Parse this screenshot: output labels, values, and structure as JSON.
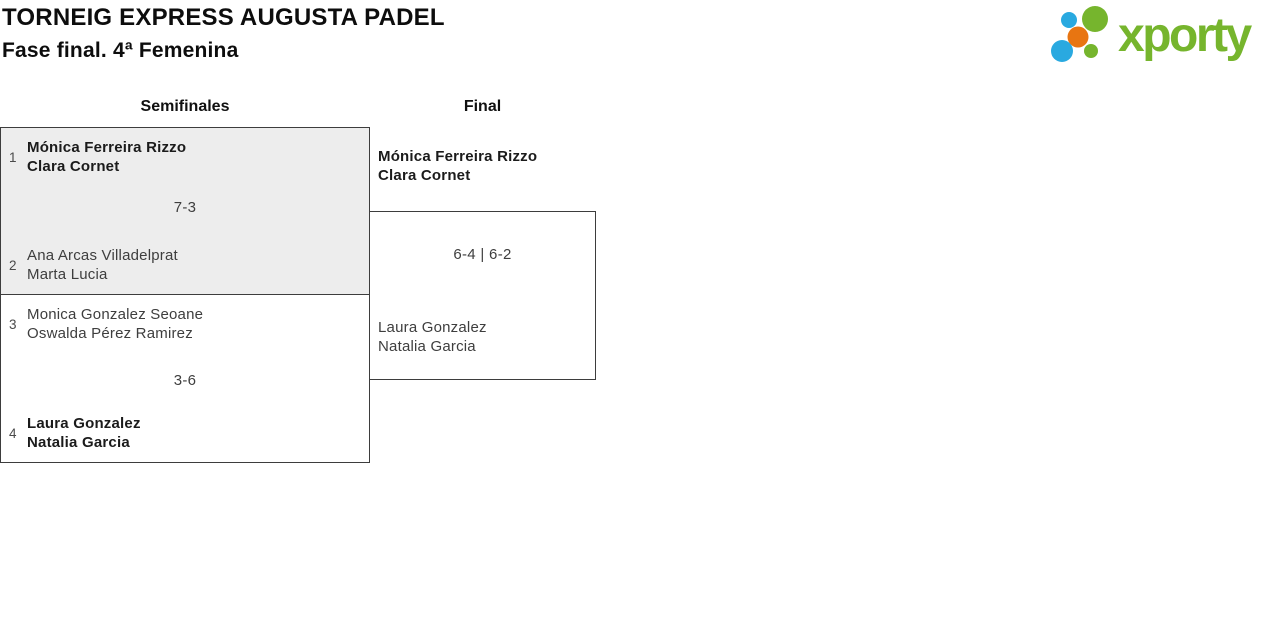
{
  "header": {
    "title": "TORNEIG EXPRESS AUGUSTA PADEL",
    "subtitle": "Fase final. 4ª Femenina"
  },
  "logo": {
    "text": "xporty"
  },
  "colors": {
    "logo_green": "#76b52d",
    "logo_blue": "#29a9e0",
    "logo_orange": "#e87511",
    "highlighted_match_bg": "#ededed",
    "bracket_border": "#3d3d3d"
  },
  "bracket": {
    "round_headers": [
      "Semifinales",
      "Final"
    ],
    "semifinals": [
      {
        "top": {
          "seed": "1",
          "players": [
            "Mónica Ferreira Rizzo",
            "Clara Cornet"
          ],
          "winner": true
        },
        "score": "7-3",
        "bottom": {
          "seed": "2",
          "players": [
            "Ana Arcas Villadelprat",
            "Marta Lucia"
          ],
          "winner": false
        }
      },
      {
        "top": {
          "seed": "3",
          "players": [
            "Monica Gonzalez Seoane",
            "Oswalda Pérez Ramirez"
          ],
          "winner": false
        },
        "score": "3-6",
        "bottom": {
          "seed": "4",
          "players": [
            "Laura Gonzalez",
            "Natalia Garcia"
          ],
          "winner": true
        }
      }
    ],
    "final": {
      "top": {
        "players": [
          "Mónica Ferreira Rizzo",
          "Clara Cornet"
        ],
        "winner": true
      },
      "score": "6-4 | 6-2",
      "bottom": {
        "players": [
          "Laura Gonzalez",
          "Natalia Garcia"
        ],
        "winner": false
      }
    }
  }
}
